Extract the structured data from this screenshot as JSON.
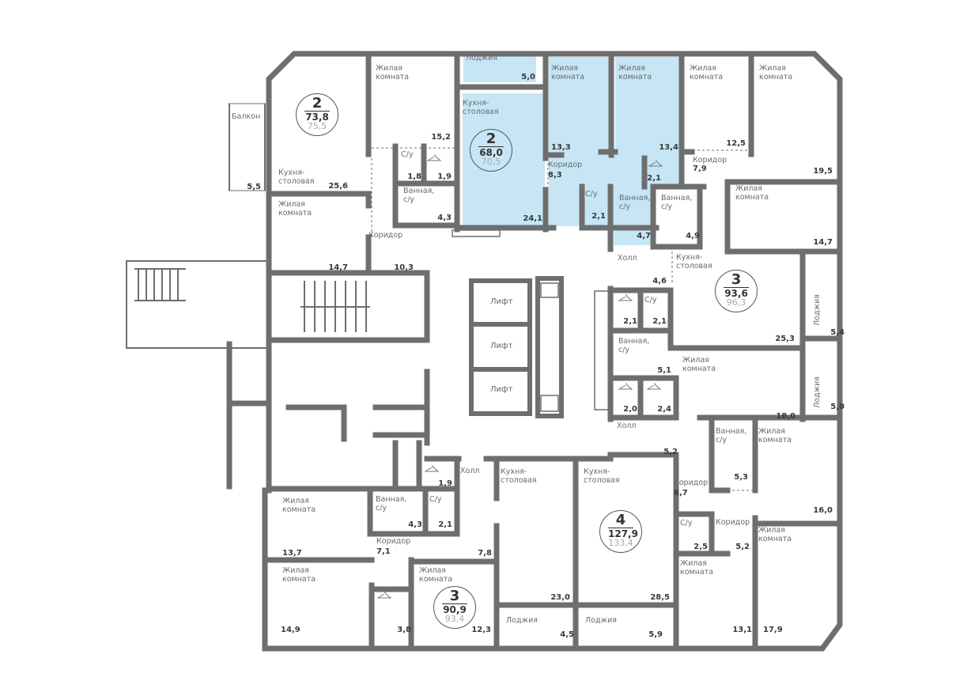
{
  "colors": {
    "wall": "#6e6e6e",
    "highlight": "#c6e6f6",
    "background": "#ffffff"
  },
  "apartments": [
    {
      "rooms": "2",
      "living_area": "73,8",
      "total_area": "75,5",
      "highlighted": false
    },
    {
      "rooms": "2",
      "living_area": "68,0",
      "total_area": "70,5",
      "highlighted": true
    },
    {
      "rooms": "3",
      "living_area": "93,6",
      "total_area": "96,3",
      "highlighted": false
    },
    {
      "rooms": "4",
      "living_area": "127,9",
      "total_area": "133,4",
      "highlighted": false
    },
    {
      "rooms": "3",
      "living_area": "90,9",
      "total_area": "93,4",
      "highlighted": false
    }
  ],
  "lifts": [
    "Лифт",
    "Лифт",
    "Лифт"
  ],
  "rooms": [
    {
      "name": "Балкон",
      "area": "5,5"
    },
    {
      "name": "Кухня-\nстоловая",
      "area": "25,6"
    },
    {
      "name": "Жилая\nкомната",
      "area": "15,2"
    },
    {
      "name": "С/у",
      "area": "1,8"
    },
    {
      "name": "",
      "area": "1,9",
      "icon": "hanger-icon"
    },
    {
      "name": "Ванная,\nс/у",
      "area": "4,3"
    },
    {
      "name": "Жилая\nкомната",
      "area": "14,7"
    },
    {
      "name": "Коридор",
      "area": "10,3"
    },
    {
      "name": "Лоджия",
      "area": "5,0"
    },
    {
      "name": "Кухня-\nстоловая",
      "area": "24,1"
    },
    {
      "name": "Жилая\nкомната",
      "area": "13,3"
    },
    {
      "name": "Жилая\nкомната",
      "area": "13,4"
    },
    {
      "name": "Коридор",
      "area": "8,3"
    },
    {
      "name": "С/у",
      "area": "2,1"
    },
    {
      "name": "Ванная,\nс/у",
      "area": "4,7"
    },
    {
      "name": "",
      "area": "2,1",
      "icon": "hanger-icon"
    },
    {
      "name": "Жилая\nкомната",
      "area": "12,5"
    },
    {
      "name": "Жилая\nкомната",
      "area": "19,5"
    },
    {
      "name": "Коридор",
      "area": "7,9"
    },
    {
      "name": "Ванная,\nс/у",
      "area": "4,9"
    },
    {
      "name": "Жилая\nкомната",
      "area": "14,7"
    },
    {
      "name": "Холл",
      "area": "4,6"
    },
    {
      "name": "Кухня-\nстоловая",
      "area": "25,3"
    },
    {
      "name": "Лоджия",
      "area": "5,4"
    },
    {
      "name": "Лоджия",
      "area": "5,0"
    },
    {
      "name": "",
      "area": "2,1",
      "icon": "hanger-icon"
    },
    {
      "name": "С/у",
      "area": "2,1"
    },
    {
      "name": "Ванная,\nс/у",
      "area": "5,1"
    },
    {
      "name": "Жилая\nкомната",
      "area": "18,0"
    },
    {
      "name": "",
      "area": "2,0",
      "icon": "hanger-icon"
    },
    {
      "name": "",
      "area": "2,4",
      "icon": "hanger-icon"
    },
    {
      "name": "Холл",
      "area": "5,2"
    },
    {
      "name": "Кухня-\nстоловая",
      "area": "28,5"
    },
    {
      "name": "Коридор",
      "area": "6,7"
    },
    {
      "name": "Ванная,\nс/у",
      "area": "5,3"
    },
    {
      "name": "Жилая\nкомната",
      "area": "16,0"
    },
    {
      "name": "С/у",
      "area": "2,5"
    },
    {
      "name": "Коридор",
      "area": "5,2"
    },
    {
      "name": "Жилая\nкомната",
      "area": "17,9"
    },
    {
      "name": "Жилая\nкомната",
      "area": "13,1"
    },
    {
      "name": "Лоджия",
      "area": "5,9"
    },
    {
      "name": "",
      "area": "1,9",
      "icon": "hanger-icon"
    },
    {
      "name": "Холл",
      "area": "7,8"
    },
    {
      "name": "Ванная,\nс/у",
      "area": "4,3"
    },
    {
      "name": "С/у",
      "area": "2,1"
    },
    {
      "name": "Жилая\nкомната",
      "area": "13,7"
    },
    {
      "name": "Коридор",
      "area": "7,1"
    },
    {
      "name": "Жилая\nкомната",
      "area": "14,9"
    },
    {
      "name": "",
      "area": "3,8",
      "icon": "hanger-icon"
    },
    {
      "name": "Жилая\nкомната",
      "area": "12,3"
    },
    {
      "name": "Кухня-\nстоловая",
      "area": "23,0"
    },
    {
      "name": "Лоджия",
      "area": "4,5"
    }
  ]
}
